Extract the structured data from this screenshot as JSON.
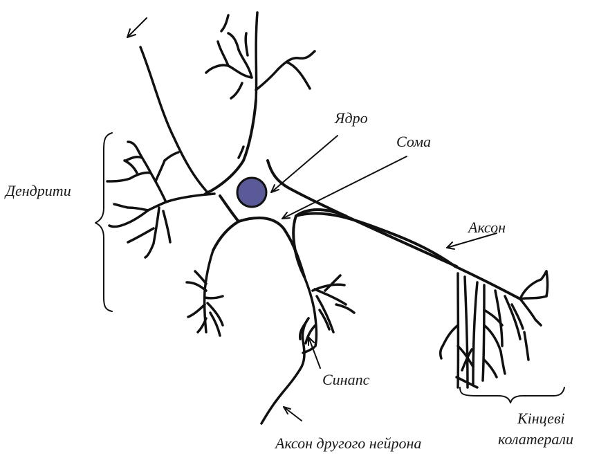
{
  "labels": {
    "nucleus": "Ядро",
    "soma": "Сома",
    "dendrites": "Дендрити",
    "axon": "Аксон",
    "synapse": "Синапс",
    "other_axon": "Аксон другого нейрона",
    "terminals_line1": "Кінцеві",
    "terminals_line2": "колатерали"
  },
  "colors": {
    "nucleus_fill": "#5a5a99",
    "ink": "#111111"
  }
}
